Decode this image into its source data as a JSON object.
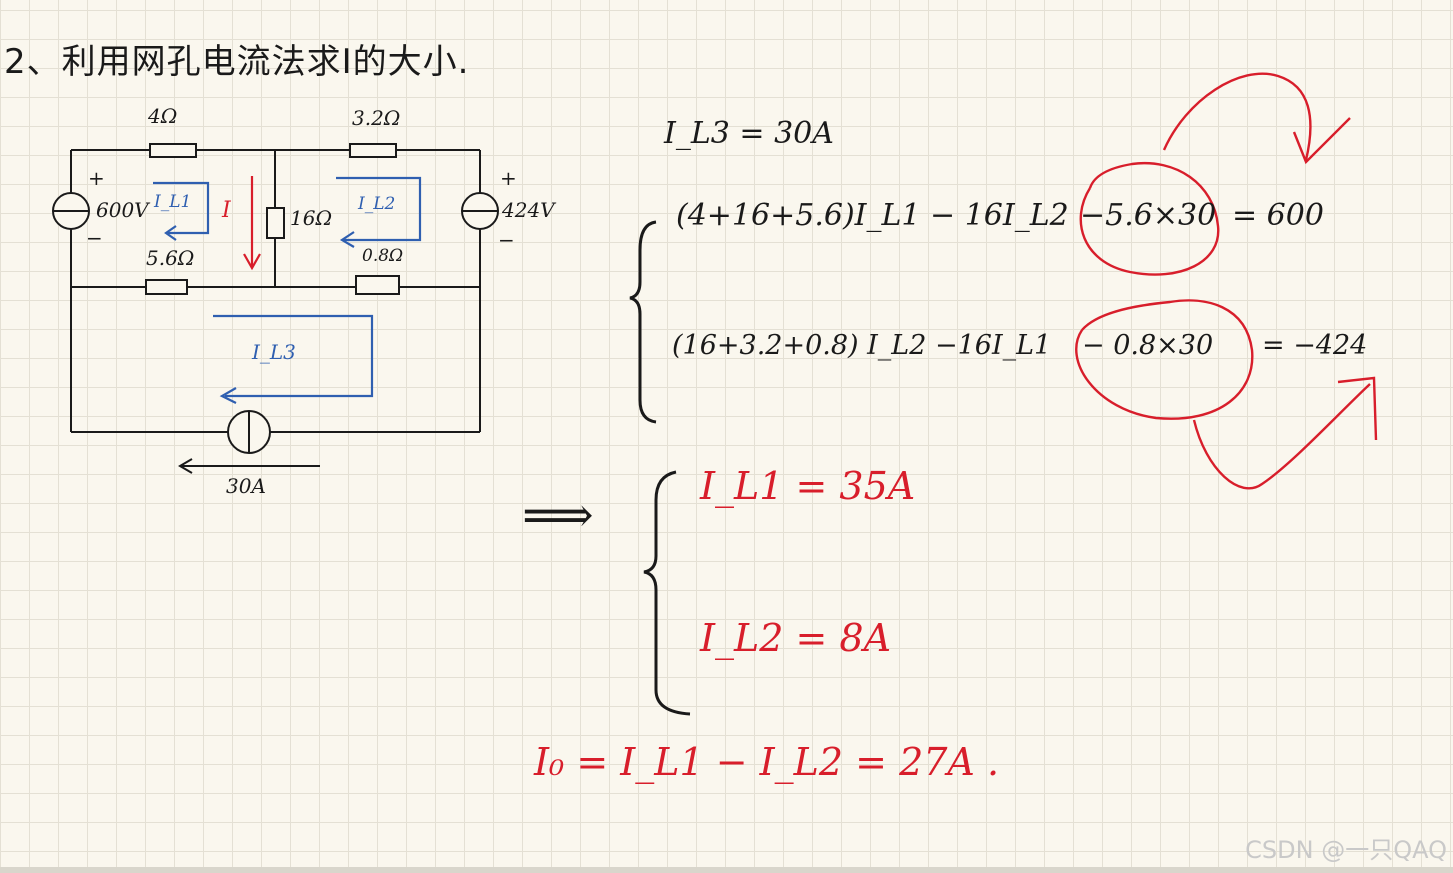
{
  "title": "2、利用网孔电流法求I的大小.",
  "circuit": {
    "r_top_left": "4Ω",
    "r_top_right": "3.2Ω",
    "r_mid_left": "5.6Ω",
    "r_mid_right": "0.8Ω",
    "r_center": "16Ω",
    "source_left": "600V",
    "source_right": "424V",
    "plus": "+",
    "minus": "−",
    "current_source": "30A",
    "loop_1": "I_L1",
    "loop_2": "I_L2",
    "loop_3": "I_L3",
    "branch_current": "I"
  },
  "equations": {
    "given": "I_L3 = 30A",
    "eq1_main": "(4+16+5.6)I_L1 − 16I_L2",
    "eq1_circled": "−5.6×30",
    "eq1_rhs": "= 600",
    "eq2_main": "(16+3.2+0.8) I_L2 −16I_L1",
    "eq2_circled": "− 0.8×30",
    "eq2_rhs": "= −424",
    "implies": "⟹",
    "sol1": "I_L1 = 35A",
    "sol2": "I_L2 = 8A",
    "final": "I₀ = I_L1 − I_L2 = 27A ."
  },
  "watermark": "CSDN @一只QAQ",
  "colors": {
    "ink": "#1a1a1a",
    "red": "#d81e2b",
    "blue": "#2f5fb0",
    "paper": "#faf7ee",
    "grid": "#e4e0d4"
  }
}
